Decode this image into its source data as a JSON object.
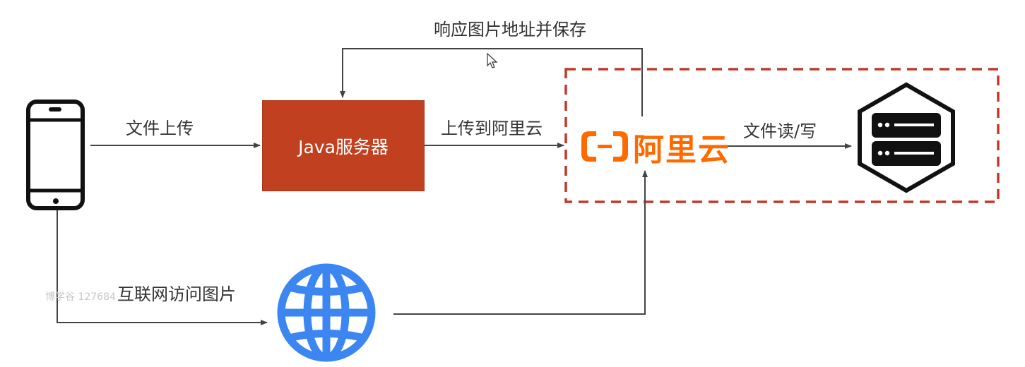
{
  "labels": {
    "response_save": "响应图片地址并保存",
    "file_upload": "文件上传",
    "upload_to_aliyun": "上传到阿里云",
    "file_read_write": "文件读/写",
    "internet_access": "互联网访问图片"
  },
  "nodes": {
    "java_server": "Java服务器",
    "aliyun_logo_text": "阿里云"
  },
  "watermark": "博学谷 127684",
  "colors": {
    "java_box": "#c0401f",
    "aliyun_orange": "#ff6a00",
    "dashed_border": "#c0392b",
    "globe_blue": "#3b86f0",
    "arrow": "#444444"
  },
  "icons": {
    "phone": "smartphone-icon",
    "globe": "globe-icon",
    "server": "server-icon",
    "aliyun": "aliyun-logo-icon",
    "cursor": "mouse-cursor-icon"
  }
}
